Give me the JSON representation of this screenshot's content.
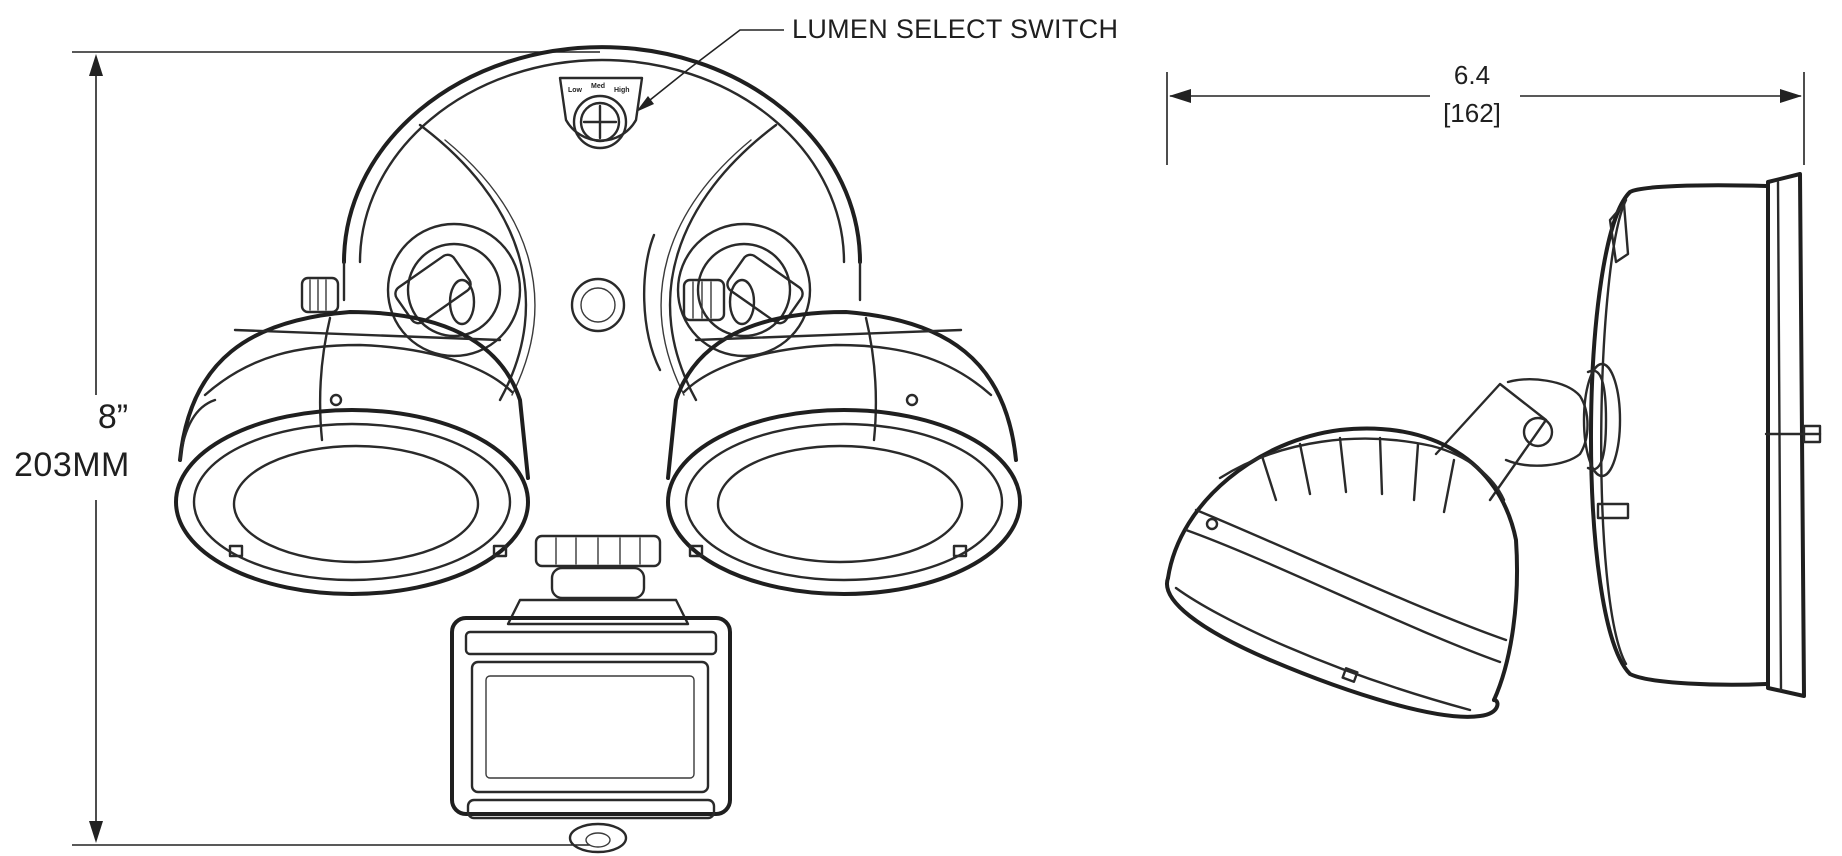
{
  "annotations": {
    "lumen_select_switch": "LUMEN SELECT SWITCH",
    "switch_positions": [
      "Low",
      "Med",
      "High"
    ]
  },
  "dimensions": {
    "height_in": "8”",
    "height_mm": "203MM",
    "width_in": "6.4",
    "width_mm": "[162]"
  },
  "colors": {
    "line": "#2a2a2a",
    "background": "#ffffff"
  }
}
